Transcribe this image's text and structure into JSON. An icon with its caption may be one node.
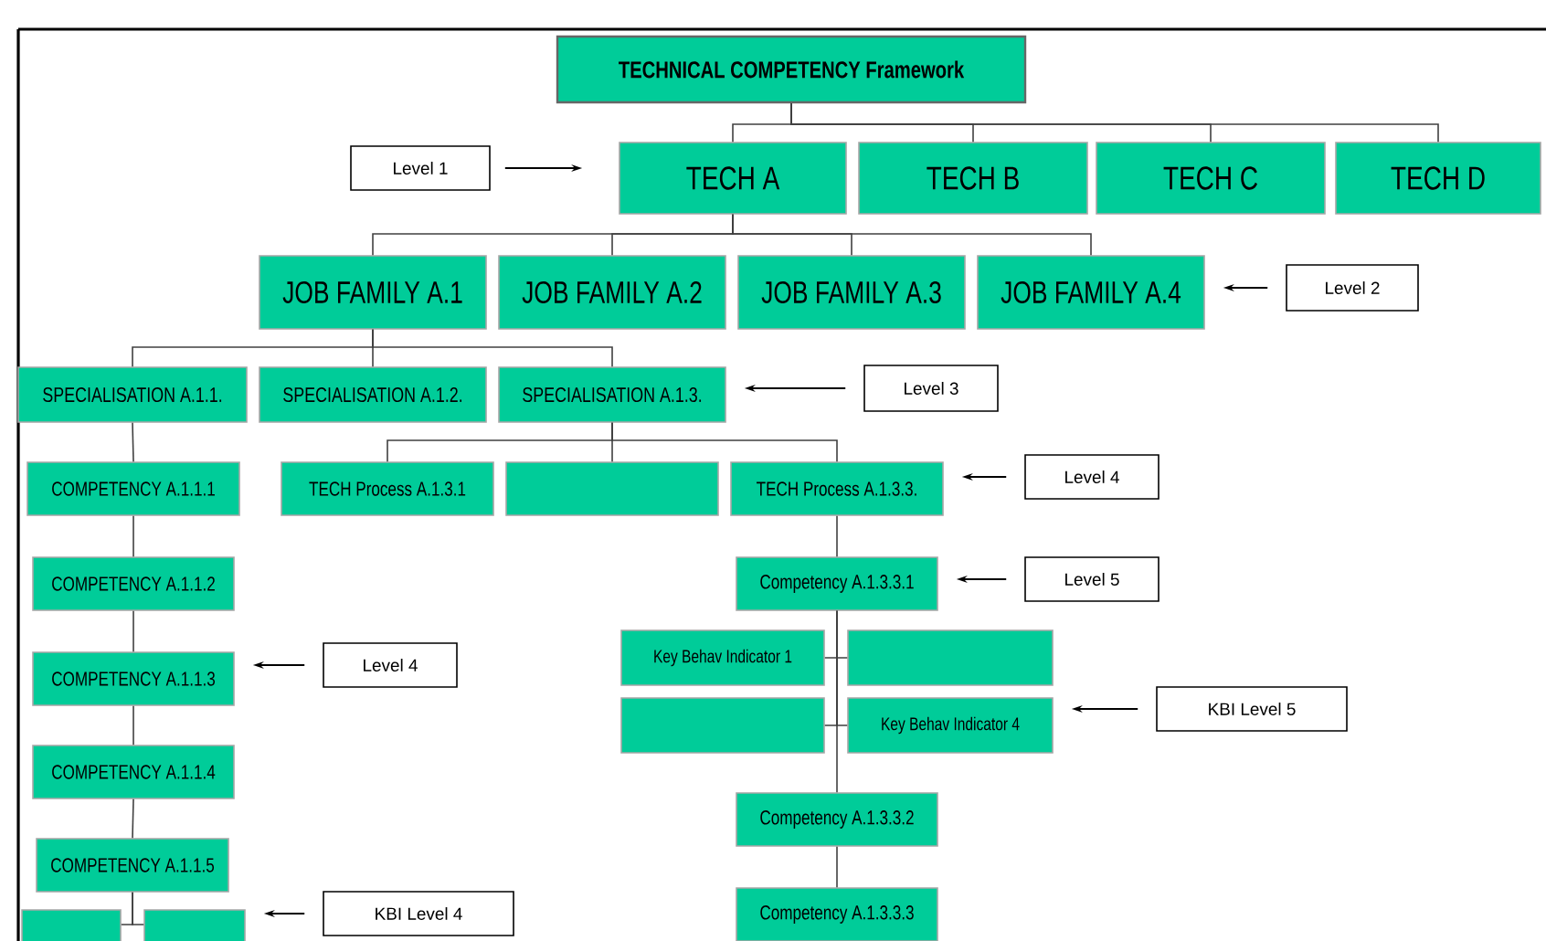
{
  "diagram": {
    "nodes": [
      {
        "text": [
          "TECHNICAL COMPETENCY Framework"
        ]
      },
      {
        "text": [
          "TECH  A"
        ]
      },
      {
        "text": [
          "TECH  B"
        ]
      },
      {
        "text": [
          "TECH  C"
        ]
      },
      {
        "text": [
          "TECH  D"
        ]
      },
      {
        "text": [
          "JOB FAMILY A.1"
        ]
      },
      {
        "text": [
          "JOB FAMILY A.2"
        ]
      },
      {
        "text": [
          "JOB FAMILY A.3"
        ]
      },
      {
        "text": [
          "JOB FAMILY A.4"
        ]
      },
      {
        "text": [
          "SPECIALISATION A.1.1."
        ]
      },
      {
        "text": [
          "SPECIALISATION A.1.2."
        ]
      },
      {
        "text": [
          "SPECIALISATION A.1.3."
        ]
      },
      {
        "text": [
          "COMPETENCY A.1.1.1"
        ]
      },
      {
        "text": [
          "TECH Process A.1.3.1"
        ]
      },
      {
        "text": [],
        "shape": "box"
      },
      {
        "text": [
          "TECH Process A.1.3.3."
        ]
      },
      {
        "text": [
          "COMPETENCY A.1.1.2"
        ]
      },
      {
        "text": [
          "Competency A.1.3.3.1"
        ]
      },
      {
        "text": [
          "Key  Behav Indicator 1"
        ]
      },
      {
        "text": [],
        "shape": "box"
      },
      {
        "text": [
          "COMPETENCY A.1.1.3"
        ]
      },
      {
        "text": [],
        "shape": "box"
      },
      {
        "text": [
          "Key Behav Indicator 4"
        ]
      },
      {
        "text": [
          "COMPETENCY A.1.1.4"
        ]
      },
      {
        "text": [
          "COMPETENCY A.1.1.5"
        ]
      },
      {
        "text": [],
        "shape": "box"
      },
      {
        "text": [],
        "shape": "box"
      },
      {
        "text": [
          "Competency A.1.3.3.2"
        ]
      },
      {
        "text": [
          "Competency A.1.3.3.3"
        ]
      },
      {
        "text": [
          "Level 1"
        ]
      },
      {
        "text": [
          "Level  2"
        ]
      },
      {
        "text": [
          "Level  3"
        ]
      },
      {
        "text": [
          "Level  4"
        ]
      },
      {
        "text": [
          "Level  5"
        ]
      },
      {
        "text": [
          "Level  4"
        ]
      },
      {
        "text": [
          "KBI   Level  5"
        ]
      },
      {
        "text": [
          "KBI   Level  4"
        ]
      }
    ],
    "edges": [
      {
        "from": 0,
        "to": 1,
        "arrow": "none"
      },
      {
        "from": 0,
        "to": 2,
        "arrow": "none"
      },
      {
        "from": 0,
        "to": 3,
        "arrow": "none"
      },
      {
        "from": 0,
        "to": 4,
        "arrow": "none"
      },
      {
        "from": 1,
        "to": 5,
        "arrow": "none"
      },
      {
        "from": 1,
        "to": 6,
        "arrow": "none"
      },
      {
        "from": 1,
        "to": 7,
        "arrow": "none"
      },
      {
        "from": 1,
        "to": 8,
        "arrow": "none"
      },
      {
        "from": 5,
        "to": 9,
        "arrow": "none"
      },
      {
        "from": 5,
        "to": 10,
        "arrow": "none"
      },
      {
        "from": 5,
        "to": 11,
        "arrow": "none"
      },
      {
        "from": 9,
        "to": 12,
        "arrow": "none"
      },
      {
        "from": 12,
        "to": 16,
        "arrow": "none"
      },
      {
        "from": 16,
        "to": 20,
        "arrow": "none"
      },
      {
        "from": 20,
        "to": 23,
        "arrow": "none"
      },
      {
        "from": 23,
        "to": 24,
        "arrow": "none"
      },
      {
        "from": 24,
        "to": 25,
        "arrow": "none"
      },
      {
        "from": 24,
        "to": 26,
        "arrow": "none"
      },
      {
        "from": 11,
        "to": 13,
        "arrow": "none"
      },
      {
        "from": 11,
        "to": 14,
        "arrow": "none"
      },
      {
        "from": 11,
        "to": 15,
        "arrow": "none"
      },
      {
        "from": 15,
        "to": 17,
        "arrow": "none"
      },
      {
        "from": 17,
        "to": 18,
        "arrow": "none"
      },
      {
        "from": 17,
        "to": 19,
        "arrow": "none"
      },
      {
        "from": 17,
        "to": 21,
        "arrow": "none"
      },
      {
        "from": 17,
        "to": 22,
        "arrow": "none"
      },
      {
        "from": 17,
        "to": 27,
        "arrow": "none"
      },
      {
        "from": 27,
        "to": 28,
        "arrow": "none"
      },
      {
        "from": 29,
        "to": 1,
        "arrow": "to"
      },
      {
        "from": 30,
        "to": 8,
        "arrow": "to"
      },
      {
        "from": 31,
        "to": 11,
        "arrow": "to"
      },
      {
        "from": 32,
        "to": 15,
        "arrow": "to"
      },
      {
        "from": 33,
        "to": 17,
        "arrow": "to"
      },
      {
        "from": 34,
        "to": 20,
        "arrow": "to"
      },
      {
        "from": 35,
        "to": 22,
        "arrow": "to"
      },
      {
        "from": 36,
        "to": 26,
        "arrow": "to"
      }
    ]
  }
}
